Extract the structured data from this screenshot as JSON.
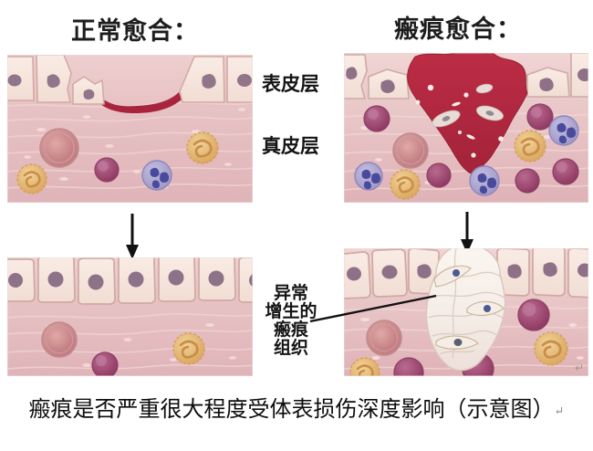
{
  "titles": {
    "normal": "正常愈合：",
    "scar": "瘢痕愈合："
  },
  "layer_labels": {
    "epidermis": "表皮层",
    "dermis": "真皮层"
  },
  "annotation": {
    "line1": "异常",
    "line2": "增生的",
    "line3": "瘢痕",
    "line4": "组织"
  },
  "caption": {
    "text": "瘢痕是否严重很大程度受体表损伤深度影响（示意图）",
    "pilcrow": "↵"
  },
  "panel_pilcrow": "↵",
  "panels": [
    {
      "id": "normal-wound",
      "name": "normal-healing-wound-panel",
      "stage": "injury",
      "description": "浅表伤口，仅累及表皮层"
    },
    {
      "id": "scar-wound",
      "name": "scar-healing-wound-panel",
      "stage": "injury",
      "description": "深达真皮层的V形伤口"
    },
    {
      "id": "normal-healed",
      "name": "normal-healing-healed-panel",
      "stage": "healed",
      "description": "表皮整齐修复，无瘢痕"
    },
    {
      "id": "scar-healed",
      "name": "scar-healing-healed-panel",
      "stage": "healed",
      "description": "隆起的异常增生瘢痕组织"
    }
  ],
  "colors": {
    "epidermis_cell": "#f6e3da",
    "epidermis_edge": "#d7b3ab",
    "nucleus": "#8f7289",
    "dermis": "#e6bcc0",
    "dermis_light": "#f0d2d2",
    "wound_deep": "#b02a43",
    "wound_shallow": "#a8243c",
    "scar_tissue": "#f6efe9",
    "macrophage": "#e8b86a",
    "neutrophil": "#9a94c8",
    "lymphocyte": "#a4476f",
    "erythro": "#cf8c90",
    "arrow": "#111111",
    "text": "#141414"
  },
  "arrows": [
    {
      "name": "arrow-normal-progression",
      "from": "normal-wound",
      "to": "normal-healed"
    },
    {
      "name": "arrow-scar-progression",
      "from": "scar-wound",
      "to": "scar-healed"
    }
  ]
}
